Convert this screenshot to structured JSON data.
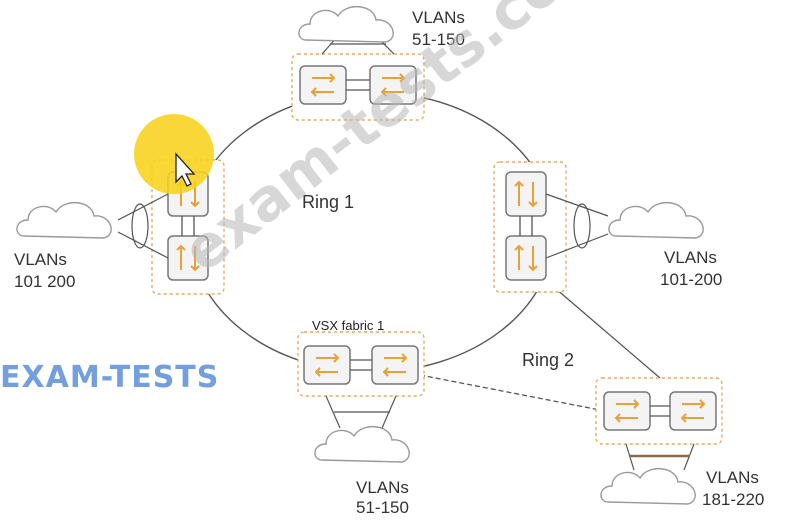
{
  "diagram": {
    "ring_1_label": "Ring 1",
    "ring_2_label": "Ring 2",
    "fabric_label": "VSX fabric 1",
    "vlans_top": {
      "title": "VLANs",
      "range": "51-150"
    },
    "vlans_left": {
      "title": "VLANs",
      "range": "101 200"
    },
    "vlans_right": {
      "title": "VLANs",
      "range": "101-200"
    },
    "vlans_bottom": {
      "title": "VLANs",
      "range": "51-150"
    },
    "vlans_bottom_right": {
      "title": "VLANs",
      "range": "181-220"
    }
  },
  "watermarks": {
    "brand": "EXAM-TESTS",
    "diagonal": "exam-tests.com"
  },
  "colors": {
    "switch_arrow": "#e8a03a",
    "dashed_border": "#e8a860",
    "cursor_highlight": "#f7d21b",
    "brand_watermark": "#5b8fd6"
  },
  "icons": {
    "cursor": "mouse-pointer-icon",
    "cloud": "cloud-icon",
    "switch": "switch-icon"
  }
}
